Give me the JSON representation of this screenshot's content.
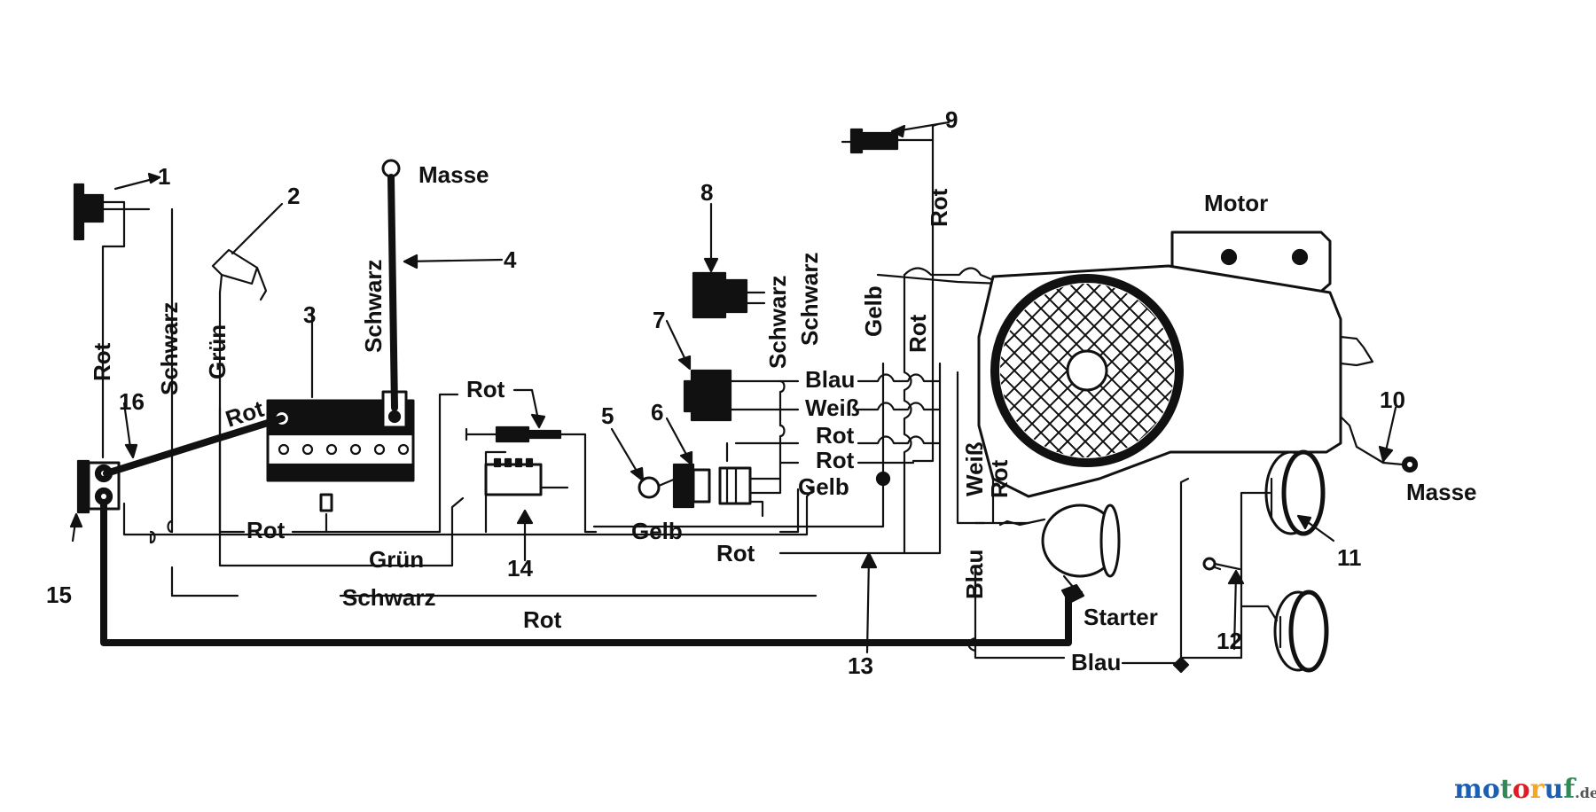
{
  "callouts": [
    "1",
    "2",
    "3",
    "4",
    "5",
    "6",
    "7",
    "8",
    "9",
    "10",
    "11",
    "12",
    "13",
    "14",
    "15",
    "16"
  ],
  "wire_labels": {
    "rot": "Rot",
    "schwarz": "Schwarz",
    "gruen": "Grün",
    "gelb": "Gelb",
    "blau": "Blau",
    "weiss": "Weiß"
  },
  "component_labels": {
    "masse": "Masse",
    "motor": "Motor",
    "starter": "Starter"
  },
  "watermark": {
    "parts": [
      "m",
      "o",
      "t",
      "o",
      "r",
      "u",
      "f"
    ],
    "colors": [
      "#1a5fb4",
      "#1a5fb4",
      "#2e8b57",
      "#e01b24",
      "#f5a623",
      "#1a5fb4",
      "#2e8b57"
    ],
    "suffix": ".de"
  }
}
